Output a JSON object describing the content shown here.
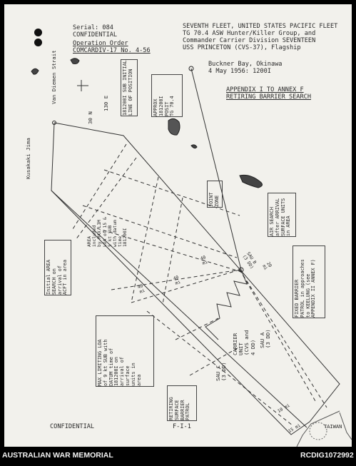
{
  "header_left": {
    "serial": "Serial: 084",
    "classification": "CONFIDENTIAL",
    "order_title": "Operation Order",
    "order_number": "COMCARDIV-17 No. 4-56"
  },
  "header_right": {
    "line1": "SEVENTH FLEET, UNITED STATES PACIFIC FLEET",
    "line2": "TG 70.4 ASW Hunter/Killer Group, and",
    "line3": "Commander Carrier Division SEVENTEEN",
    "line4": "USS PRINCETON (CVS-37), Flagship",
    "place": "Buckner Bay, Okinawa",
    "date": "4 May 1956: 1200I"
  },
  "appendix_title": "APPENDIX I TO ANNEX F",
  "appendix_subtitle": "RETIRING BARRIER SEARCH",
  "place_names": {
    "strait": "Van Diemen Strait",
    "island": "Kusakaki Jima",
    "taiwan": "TAIWAN"
  },
  "grid": {
    "lat": "30 N",
    "lon": "130 E"
  },
  "boxes": {
    "sub_position": "181200I SUB INITIAL\nLINE OF POSITION",
    "approx_posit": "APPROX\n181200I\nPOSIT\nTG 70.4",
    "joint_zone": "JOINT\nZONE",
    "air_search": "AIR SEARCH\nafter ARRIVAL\nSURFACE UNITS\nin AREA",
    "initial_area": "Initial AREA\nSEARCH on\narrival of\nACFT in area",
    "max_limiting": "MAX LIMITING LOA\nof 9 kt SUB with\nDATUM time of\n181200I on\narrival of\nsurface\nunits in\narea",
    "fixed_barrier": "FIXED BARRIER\nPATROL in approaches\nto KEELUNG (see\nAPPENDIX II ANNEX F)",
    "retiring_barrier": "RETIRING\nSURFACE\nBARRIER\nPATROL"
  },
  "map_labels": {
    "area_included": "AREA\nincluded\nby MAX LIM\nLOA of 15 &\n5 kt SUB\nwith datum\ntime\n181200I",
    "carrier_unit": "CARRIER\nUNIT\n(CVS and\n4 DD)",
    "sau_c": "SAU C\n(3 DD)",
    "sau_a": "SAU A\n(3 DD)",
    "sau_b": "SAU B\n(3 DD)",
    "dist_40_a": "40\nmi",
    "dist_40_b": "40\nmi",
    "dist_40_c": "40\nmi",
    "dist_20": "20\nmi",
    "dist_10": "10 mi",
    "dist_15": "15 mi"
  },
  "footer": {
    "classification": "CONFIDENTIAL",
    "page": "F-I-1"
  },
  "archive": {
    "institution": "AUSTRALIAN WAR MEMORIAL",
    "record_id": "RCDIG1072992"
  }
}
